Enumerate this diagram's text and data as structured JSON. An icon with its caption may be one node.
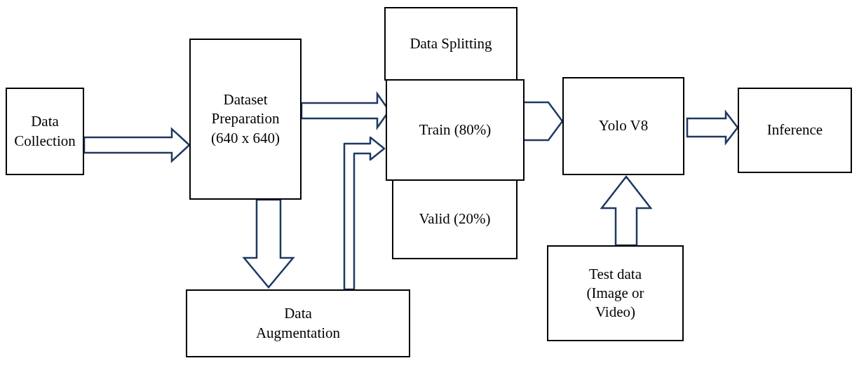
{
  "diagram": {
    "nodes": [
      {
        "text": [
          "Data Collection"
        ]
      },
      {
        "text": [
          "Dataset Preparation (640 x 640)"
        ]
      },
      {
        "text": [
          "Data Splitting"
        ]
      },
      {
        "text": [
          "Train (80%)"
        ]
      },
      {
        "text": [
          "Valid (20%)"
        ]
      },
      {
        "text": [
          "Data Augmentation"
        ]
      },
      {
        "text": [
          "Yolo V8"
        ]
      },
      {
        "text": [
          "Inference"
        ]
      },
      {
        "text": [
          "Test data (Image or Video)"
        ]
      }
    ],
    "edges": [
      {
        "from": 0,
        "to": 1,
        "arrow": "to"
      },
      {
        "from": 1,
        "to": 3,
        "arrow": "to"
      },
      {
        "from": 1,
        "to": 5,
        "arrow": "to"
      },
      {
        "from": 5,
        "to": 3,
        "arrow": "to"
      },
      {
        "from": 3,
        "to": 6,
        "arrow": "to"
      },
      {
        "from": 6,
        "to": 7,
        "arrow": "to"
      },
      {
        "from": 8,
        "to": 6,
        "arrow": "to"
      }
    ]
  }
}
